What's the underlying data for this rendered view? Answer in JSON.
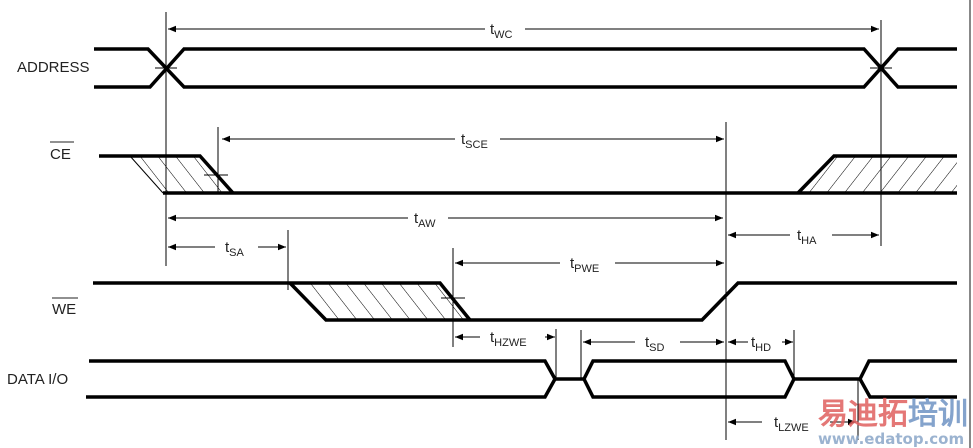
{
  "signals": {
    "address": "ADDRESS",
    "ce": "CE",
    "we": "WE",
    "data_io": "DATA I/O"
  },
  "timings": {
    "twc": {
      "t": "t",
      "sub": "WC"
    },
    "tsce": {
      "t": "t",
      "sub": "SCE"
    },
    "taw": {
      "t": "t",
      "sub": "AW"
    },
    "tsa": {
      "t": "t",
      "sub": "SA"
    },
    "tha": {
      "t": "t",
      "sub": "HA"
    },
    "tpwe": {
      "t": "t",
      "sub": "PWE"
    },
    "thzwe": {
      "t": "t",
      "sub": "HZWE"
    },
    "tsd": {
      "t": "t",
      "sub": "SD"
    },
    "thd": {
      "t": "t",
      "sub": "HD"
    },
    "tlzwe": {
      "t": "t",
      "sub": "LZWE"
    }
  },
  "watermark": {
    "chars": [
      "易",
      "迪",
      "拓",
      "培",
      "训"
    ],
    "url": "www.edatop.com",
    "colors": {
      "red": "#e0605f",
      "blue": "#6f93c4"
    }
  }
}
